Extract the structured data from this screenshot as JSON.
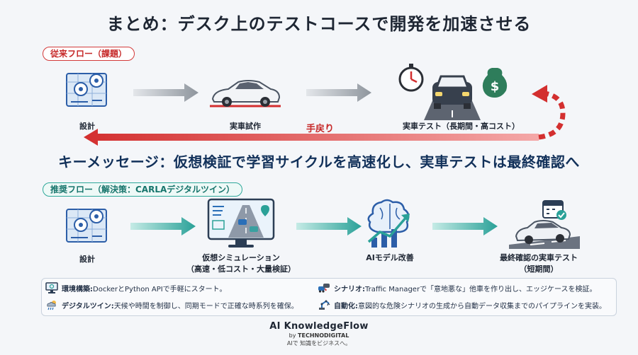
{
  "title": "まとめ：デスク上のテストコースで開発を加速させる",
  "legacy": {
    "pill": "従来フロー（課題）",
    "steps": [
      "設計",
      "実車試作",
      "実車テスト（長期間・高コスト）"
    ],
    "rework": "手戻り"
  },
  "key_message": "キーメッセージ：仮想検証で学習サイクルを高速化し、実車テストは最終確認へ",
  "recommended": {
    "pill": "推奨フロー（解決策：CARLAデジタルツイン）",
    "steps": [
      {
        "line1": "設計",
        "line2": ""
      },
      {
        "line1": "仮想シミュレーション",
        "line2": "（高速・低コスト・大量検証）"
      },
      {
        "line1": "AIモデル改善",
        "line2": ""
      },
      {
        "line1": "最終確認の実車テスト",
        "line2": "（短期間）"
      }
    ]
  },
  "notes": [
    {
      "head": "環境構築:",
      "text": " DockerとPython APIで手軽にスタート。",
      "icon": "server-monitor-icon"
    },
    {
      "head": "シナリオ:",
      "text": " Traffic Managerで「意地悪な」他車を作り出し、エッジケースを検証。",
      "icon": "cars-collision-icon"
    },
    {
      "head": "デジタルツイン:",
      "text": " 天候や時間を制御し、同期モードで正確な時系列を確保。",
      "icon": "weather-icon"
    },
    {
      "head": "自動化:",
      "text": " 意図的な危険シナリオの生成から自動データ収集までのパイプラインを実装。",
      "icon": "robot-arm-icon"
    }
  ],
  "brand": {
    "name": "AI KnowledgeFlow",
    "by": "by ",
    "company": "TECHNODIGITAL",
    "tagline": "AIで 知識をビジネスへ。"
  },
  "colors": {
    "red": "#d32f2f",
    "teal": "#2aa198",
    "gray": "#9aa1a9",
    "navy": "#12315a"
  }
}
